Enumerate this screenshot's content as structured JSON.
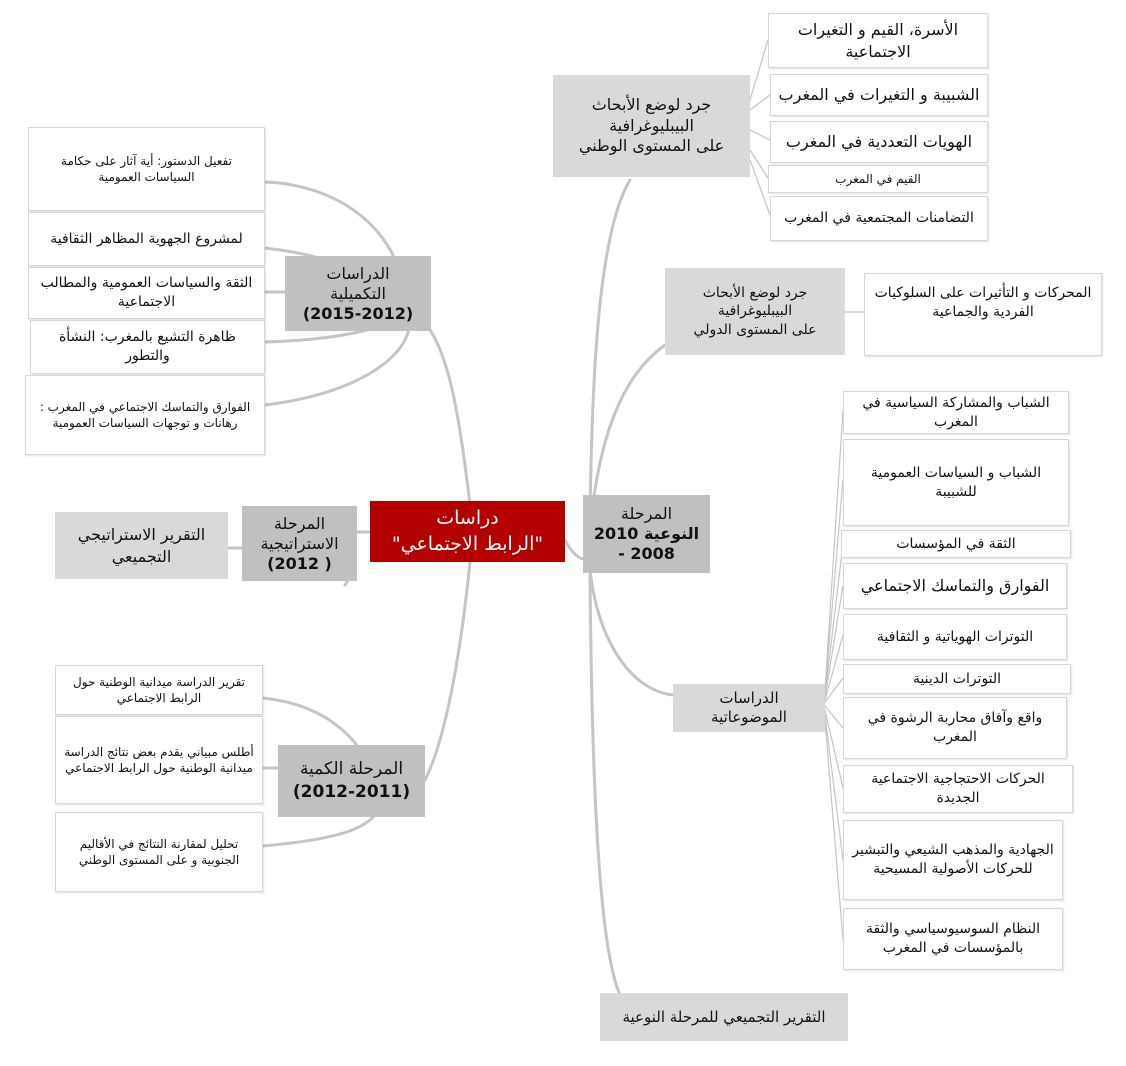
{
  "root": {
    "line1": "دراسات",
    "line2": "\"الرابط الاجتماعي\"",
    "color": "#b30000"
  },
  "phases": {
    "complementary": {
      "label_line1": "الدراسات",
      "label_line2": "التكميلية",
      "label_years": "(2015-2012)",
      "items": [
        "تفعيل الدستور: أية آثار على حكامة السياسات العمومية",
        "لمشروع الجهوية المظاهر الثقافية",
        "الثقة والسياسات العمومية والمطالب الاجتماعية",
        "ظاهرة التشيع بالمغرب: النشأة والتطور",
        "الفوارق والتماسك الاجتماعي في المغرب : رهانات و توجهات السياسات العمومية"
      ]
    },
    "strategic": {
      "label_line1": "المرحلة",
      "label_line2": "الاستراتيجية",
      "label_years": "( 2012)",
      "items": [
        "التقرير الاستراتيجي التجميعي"
      ]
    },
    "quantitative": {
      "label_line1": "المرحلة الكمية",
      "label_years": "(2012-2011)",
      "items": [
        "تقرير الدراسة ميدانية الوطنية حول الرابط الاجتماعي",
        "أطلس مبياني يقدم بعض نتائج الدراسة ميدانية الوطنية حول الرابط الاجتماعي",
        "تحليل لمقارنة النتائج في الأقاليم الجنوبية و على المستوى الوطني"
      ]
    },
    "qualitative": {
      "label_line1": "المرحلة",
      "label_line2": "النوعية 2010",
      "label_line3": "2008 -",
      "national_inventory": {
        "line1": "جرد لوضع الأبحاث",
        "line2": "البيبليوغرافية",
        "line3": "على المستوى الوطني",
        "items": [
          "الأسرة، القيم و التغيرات الاجتماعية",
          "الشبيبة و التغيرات في المغرب",
          "الهويات التعددية في المغرب",
          "القيم في المغرب",
          "التضامنات المجتمعية في المغرب"
        ]
      },
      "international_inventory": {
        "line1": "جرد لوضع الأبحاث",
        "line2": "البيبليوغرافية",
        "line3": "على المستوى الدولي",
        "items": [
          "المحركات و التأثيرات على السلوكيات الفردية والجماعية"
        ]
      },
      "thematic": {
        "line1": "الدراسات",
        "line2": "الموضوعاتية",
        "items": [
          "الشباب والمشاركة السياسية في المغرب",
          "الشباب و السياسات العمومية للشبيبة",
          "الثقة في المؤسسات",
          "الفوارق والتماسك الاجتماعي",
          "التوترات الهوياتية و الثقافية",
          "التوترات الدينية",
          "واقع وآفاق محاربة الرشوة في المغرب",
          "الحركات الاحتجاجية الاجتماعية الجديدة",
          "الجهادية والمذهب الشيعي والتبشير للحركات الأصولية المسيحية",
          "النظام السوسيوسياسي والثقة بالمؤسسات في المغرب"
        ]
      },
      "synthesis": "التقرير التجميعي للمرحلة النوعية"
    }
  }
}
